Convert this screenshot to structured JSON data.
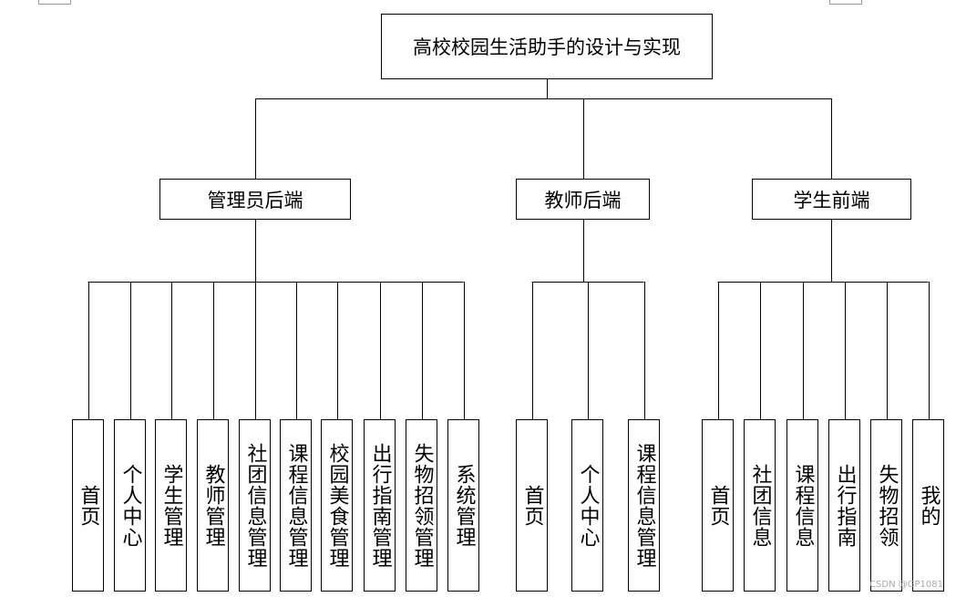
{
  "title": "高校校园生活助手的设计与实现",
  "groups": [
    {
      "label": "管理员后端",
      "children": [
        "首页",
        "个人中心",
        "学生管理",
        "教师管理",
        "社团信息管理",
        "课程信息管理",
        "校园美食管理",
        "出行指南管理",
        "失物招领管理",
        "系统管理"
      ]
    },
    {
      "label": "教师后端",
      "children": [
        "首页",
        "个人中心",
        "课程信息管理"
      ]
    },
    {
      "label": "学生前端",
      "children": [
        "首页",
        "社团信息",
        "课程信息",
        "出行指南",
        "失物招领",
        "我的"
      ]
    }
  ],
  "watermark": "CSDN @GP1081"
}
